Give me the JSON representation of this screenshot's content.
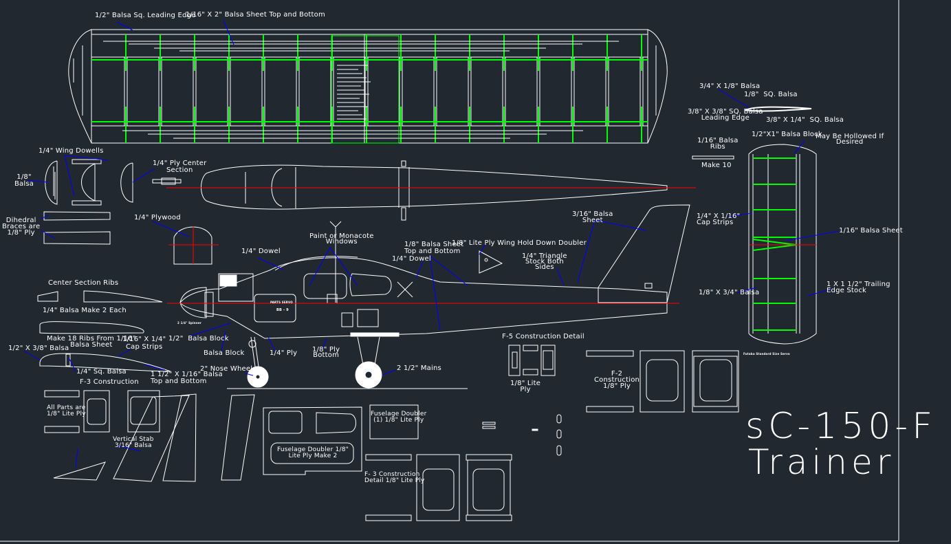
{
  "drawing": {
    "title_line1": "sC-150-F",
    "title_line2": "Trainer",
    "colors": {
      "background": "#212830",
      "outline": "#ffffff",
      "leader": "#0000ff",
      "centerline": "#ff0000",
      "spar": "#00ff00"
    }
  },
  "labels": {
    "wing_leading_edge": "1/2\" Balsa Sq. Leading Edge",
    "wing_sheet": "1/16\" X 2\" Balsa Sheet Top and Bottom",
    "wing_dowels": "1/4\" Wing Dowells",
    "balsa_18": [
      "1/8\"",
      "Balsa"
    ],
    "ply_center": [
      "1/4\" Ply Center",
      "Section"
    ],
    "dihedral": [
      "Dihedral",
      "Braces are",
      "1/8\" Ply"
    ],
    "plywood_14": "1/4\" Plywood",
    "dowel_14_a": "1/4\" Dowel",
    "windows": [
      "Paint or Monacote",
      "Windows"
    ],
    "balsa_sheet_top": [
      "1/8\" Balsa Sheet",
      "Top and Bottom"
    ],
    "dowel_14_b": "1/4\" Dowel",
    "wing_hold_down": "1/8\" Lite Ply Wing Hold Down Doubler",
    "triangle_stock": [
      "1/4\" Triangle",
      "Stock Both",
      "Sides"
    ],
    "fin_sheet": [
      "3/16\" Balsa",
      "Sheet"
    ],
    "center_ribs": "Center Section Ribs",
    "make_2_each": "1/4\" Balsa Make 2 Each",
    "make_18_ribs": [
      "Make 18 Ribs From 1/16\"",
      "Balsa Sheet"
    ],
    "cap_strips_left": [
      "1/16\" X 1/4\"",
      "Cap Strips"
    ],
    "balsa_block_a": "1/2\"  Balsa Block",
    "balsa_block_b": "Balsa Block",
    "le_38": "1/2\" X 3/8\" Balsa",
    "sq_balsa_14": "1/4\" Sq. Balsa",
    "f3_construction": "F-3 Construction",
    "te_sheet": [
      "1 1/2\" X 1/16\" Balsa",
      "Top and Bottom"
    ],
    "nose_wheel": "2\" Nose Wheel",
    "ply_14": "1/4\" Ply",
    "ply_bottom": [
      "1/8\" Ply",
      "Bottom"
    ],
    "mains": "2 1/2\" Mains",
    "all_parts": [
      "All Parts are",
      "1/8\" Lite Ply"
    ],
    "vertical_stab": [
      "Vertical Stab",
      "3/16\" Balsa"
    ],
    "fuse_doubler_1": [
      "Fuselage Doubler",
      "(1) 1/8\" Lite Ply"
    ],
    "fuse_doubler_2": [
      "Fuselage Doubler 1/8\"",
      "Lite Ply Make 2"
    ],
    "f3_detail": [
      "F- 3 Construction",
      "Detail 1/8\" Lite Ply"
    ],
    "f5_detail": "F-5 Construction Detail",
    "f5_ply": [
      "1/8\" Lite",
      "Ply"
    ],
    "f2_construction": [
      "F-2",
      "Construction",
      "1/8\" Ply"
    ],
    "stab_le_a": "3/4\" X 1/8\" Balsa",
    "stab_sq": "1/8\"  SQ. Balsa",
    "stab_le_b": [
      "3/8\" X 3/8\" SQ. Balsa",
      "Leading Edge"
    ],
    "stab_te": "3/8\" X 1/4\"  SQ. Balsa",
    "stab_ribs": [
      "1/16\" Balsa",
      "Ribs"
    ],
    "make_10": "Make 10",
    "balsa_block_tip": "1/2\"X1\" Balsa Block",
    "hollowed": [
      "May Be Hollowed If",
      "Desired"
    ],
    "cap_strips_right": [
      "1/4\" X 1/16\"",
      "Cap Strips"
    ],
    "stab_sheet": "1/16\" Balsa Sheet",
    "stab_spar": "1/8\" X 3/4\" Balsa",
    "trailing_edge": [
      "1 X 1 1/2\" Trailing",
      "Edge Stock"
    ],
    "futaba": "Futaba Standard Size Servo",
    "spinner": "2 1/4\" Spinner",
    "fuse_marking_a": "PARTS SERVO",
    "fuse_marking_b": "BB - 9"
  }
}
